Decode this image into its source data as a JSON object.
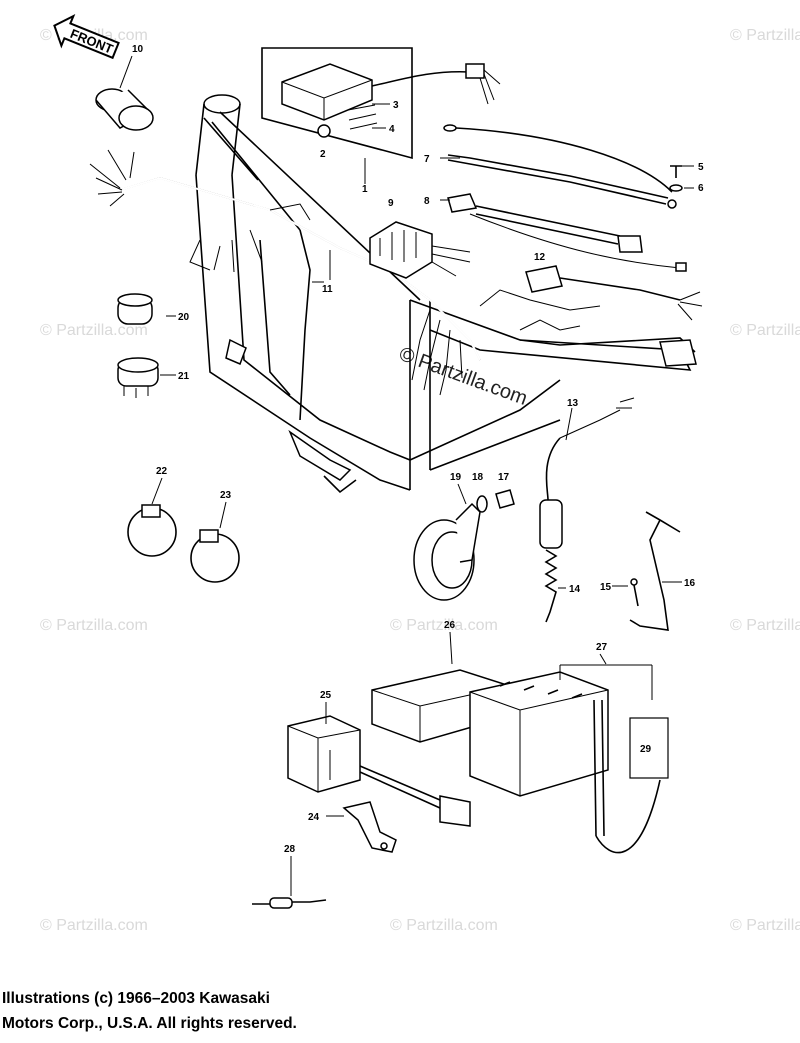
{
  "front_label": "FRONT",
  "watermark": "© Partzilla.com",
  "copyright": {
    "line1": "Illustrations (c) 1966–2003 Kawasaki",
    "line2": "Motors Corp., U.S.A.  All rights reserved."
  },
  "callouts": {
    "c1": "1",
    "c2": "2",
    "c3": "3",
    "c4": "4",
    "c5": "5",
    "c6": "6",
    "c7": "7",
    "c8": "8",
    "c9": "9",
    "c10": "10",
    "c11": "11",
    "c12": "12",
    "c13": "13",
    "c14": "14",
    "c15": "15",
    "c16": "16",
    "c17": "17",
    "c18": "18",
    "c19": "19",
    "c20": "20",
    "c21": "21",
    "c22": "22",
    "c23": "23",
    "c24": "24",
    "c25": "25",
    "c26": "26",
    "c27": "27",
    "c28": "28",
    "c29": "29"
  }
}
